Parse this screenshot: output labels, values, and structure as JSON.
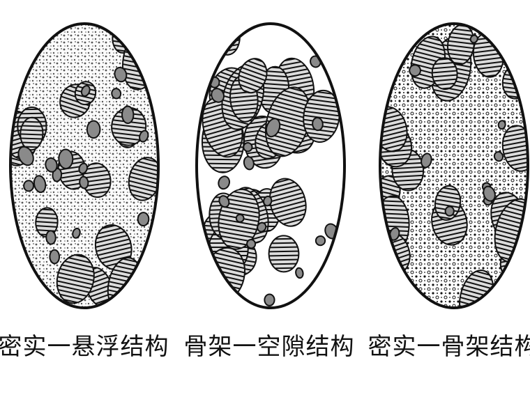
{
  "panels": [
    {
      "id": "dense-suspended",
      "caption": "密实一悬浮结构"
    },
    {
      "id": "skeleton-void",
      "caption": "骨架一空隙结构"
    },
    {
      "id": "dense-skeleton",
      "caption": "密实一骨架结构"
    }
  ],
  "colors": {
    "line": "#111111",
    "fill": "#ffffff",
    "shade": "#7a7a7a"
  }
}
